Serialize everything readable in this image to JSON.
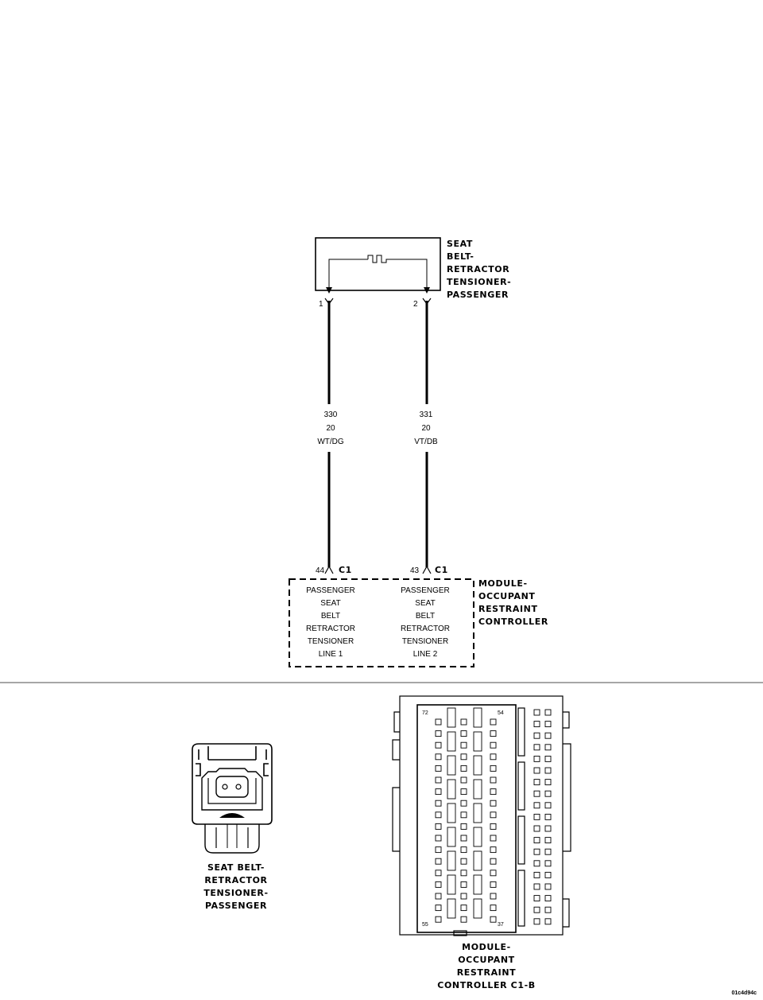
{
  "tensioner": {
    "label_lines": [
      "SEAT",
      "BELT-",
      "RETRACTOR",
      "TENSIONER-",
      "PASSENGER"
    ],
    "pin1": "1",
    "pin2": "2"
  },
  "wires": {
    "left": {
      "circuit": "330",
      "gauge": "20",
      "color": "WT/DG"
    },
    "right": {
      "circuit": "331",
      "gauge": "20",
      "color": "VT/DB"
    }
  },
  "module": {
    "label_lines": [
      "MODULE-",
      "OCCUPANT",
      "RESTRAINT",
      "CONTROLLER"
    ],
    "left_pin": "44",
    "right_pin": "43",
    "connector": "C1",
    "left_func_lines": [
      "PASSENGER",
      "SEAT",
      "BELT",
      "RETRACTOR",
      "TENSIONER",
      "LINE 1"
    ],
    "right_func_lines": [
      "PASSENGER",
      "SEAT",
      "BELT",
      "RETRACTOR",
      "TENSIONER",
      "LINE 2"
    ]
  },
  "connector_views": {
    "tensioner_label_lines": [
      "SEAT BELT-",
      "RETRACTOR",
      "TENSIONER-",
      "PASSENGER"
    ],
    "module_label_lines": [
      "MODULE-",
      "OCCUPANT",
      "RESTRAINT",
      "CONTROLLER C1-B"
    ],
    "pin_72": "72",
    "pin_54": "54",
    "pin_55": "55",
    "pin_37": "37"
  },
  "figure_id": "01c4d94c"
}
